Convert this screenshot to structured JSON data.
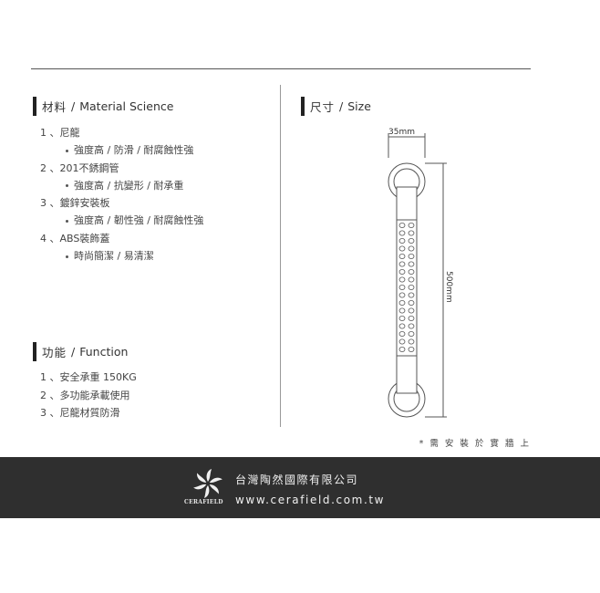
{
  "materials": {
    "title_zh": "材料",
    "separator": "/",
    "title_en": "Material Science",
    "items": [
      {
        "num": "1",
        "label": "尼龍",
        "feature": "強度高 / 防滑 / 耐腐蝕性強"
      },
      {
        "num": "2",
        "label": "201不銹鋼管",
        "feature": "強度高 / 抗變形 / 耐承重"
      },
      {
        "num": "3",
        "label": "鍍鋅安裝板",
        "feature": "強度高 / 韌性強 / 耐腐蝕性強"
      },
      {
        "num": "4",
        "label": "ABS裝飾蓋",
        "feature": "時尚簡潔 / 易清潔"
      }
    ]
  },
  "function": {
    "title_zh": "功能",
    "separator": "/",
    "title_en": "Function",
    "items": [
      {
        "num": "1",
        "label": "安全承重 150KG"
      },
      {
        "num": "2",
        "label": "多功能承載使用"
      },
      {
        "num": "3",
        "label": "尼龍材質防滑"
      }
    ]
  },
  "size": {
    "title_zh": "尺寸",
    "separator": "/",
    "title_en": "Size",
    "width_label": "35mm",
    "length_label": "500mm"
  },
  "note": "* 需 安 裝 於 實 牆 上",
  "footer": {
    "logo_text": "CERAFIELD",
    "company": "台灣陶然國際有限公司",
    "website": "www.cerafield.com.tw",
    "background": "#2f2f2f"
  }
}
